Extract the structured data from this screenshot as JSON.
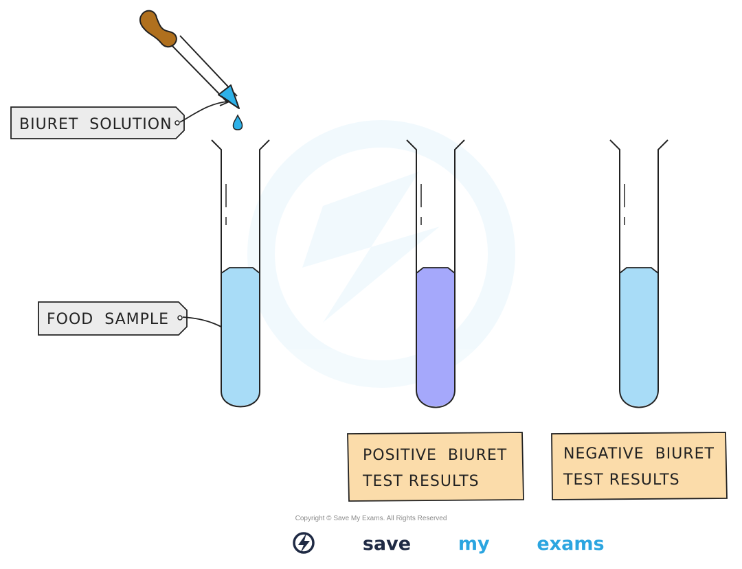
{
  "labels": {
    "biuret_solution": "BIURET  SOLUTION",
    "food_sample": "FOOD  SAMPLE"
  },
  "results": {
    "positive_line1": "POSITIVE  BIURET",
    "positive_line2": "TEST RESULTS",
    "negative_line1": "NEGATIVE  BIURET",
    "negative_line2": "TEST RESULTS"
  },
  "footer": {
    "copyright": "Copyright © Save My Exams. All Rights Reserved",
    "brand_save": "save",
    "brand_my": "my",
    "brand_exams": "exams"
  },
  "colors": {
    "food_sample_liquid": "#a8dcf7",
    "positive_liquid": "#a5a8fb",
    "negative_liquid": "#a8dcf7",
    "biuret_drop": "#2eb1e8",
    "dropper_bulb": "#b0701e",
    "result_box": "#fbdcaa",
    "tag_fill": "#ececec",
    "brand_dark": "#1f2a44",
    "brand_blue": "#2ba5e0"
  },
  "icons": {
    "logo": "lightning-bolt-icon",
    "dropper": "pipette-icon"
  }
}
